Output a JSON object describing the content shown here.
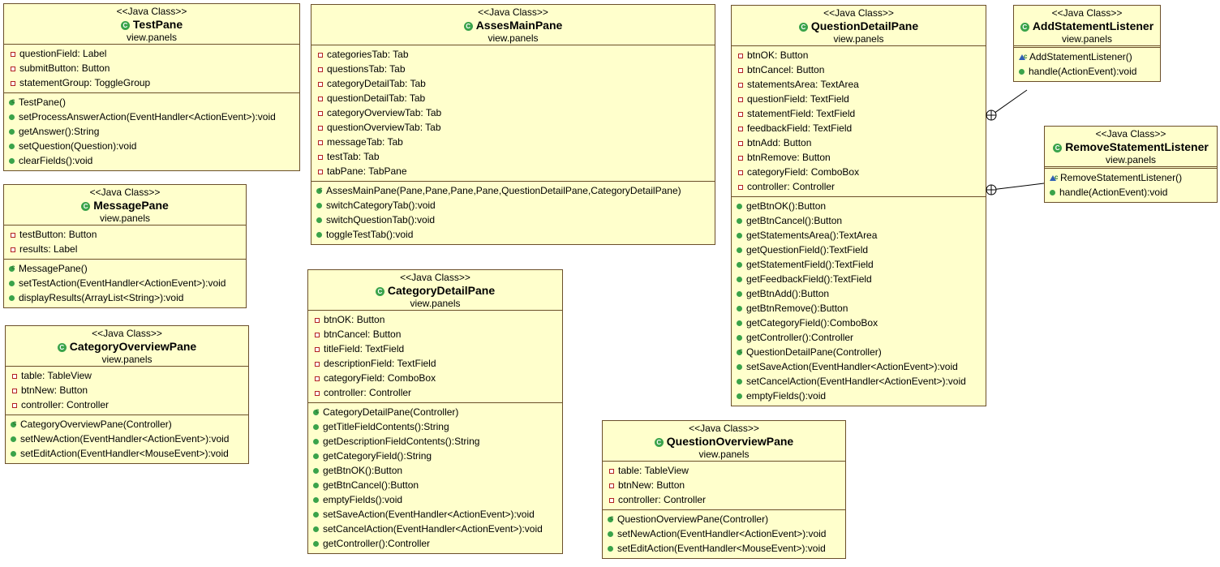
{
  "stereotype": "<<Java Class>>",
  "package": "view.panels",
  "classes": [
    {
      "name": "TestPane",
      "fields": [
        "questionField: Label",
        "submitButton: Button",
        "statementGroup: ToggleGroup"
      ],
      "methods": [
        {
          "vis": "ctor",
          "text": "TestPane()"
        },
        {
          "vis": "public",
          "text": "setProcessAnswerAction(EventHandler<ActionEvent>):void"
        },
        {
          "vis": "public",
          "text": "getAnswer():String"
        },
        {
          "vis": "public",
          "text": "setQuestion(Question):void"
        },
        {
          "vis": "public",
          "text": "clearFields():void"
        }
      ]
    },
    {
      "name": "MessagePane",
      "fields": [
        "testButton: Button",
        "results: Label"
      ],
      "methods": [
        {
          "vis": "ctor",
          "text": "MessagePane()"
        },
        {
          "vis": "public",
          "text": "setTestAction(EventHandler<ActionEvent>):void"
        },
        {
          "vis": "public",
          "text": "displayResults(ArrayList<String>):void"
        }
      ]
    },
    {
      "name": "CategoryOverviewPane",
      "fields": [
        "table: TableView",
        "btnNew: Button",
        "controller: Controller"
      ],
      "methods": [
        {
          "vis": "ctor",
          "text": "CategoryOverviewPane(Controller)"
        },
        {
          "vis": "public",
          "text": "setNewAction(EventHandler<ActionEvent>):void"
        },
        {
          "vis": "public",
          "text": "setEditAction(EventHandler<MouseEvent>):void"
        }
      ]
    },
    {
      "name": "AssesMainPane",
      "fields": [
        "categoriesTab: Tab",
        "questionsTab: Tab",
        "categoryDetailTab: Tab",
        "questionDetailTab: Tab",
        "categoryOverviewTab: Tab",
        "questionOverviewTab: Tab",
        "messageTab: Tab",
        "testTab: Tab",
        "tabPane: TabPane"
      ],
      "methods": [
        {
          "vis": "ctor",
          "text": "AssesMainPane(Pane,Pane,Pane,Pane,QuestionDetailPane,CategoryDetailPane)"
        },
        {
          "vis": "public",
          "text": "switchCategoryTab():void"
        },
        {
          "vis": "public",
          "text": "switchQuestionTab():void"
        },
        {
          "vis": "public",
          "text": "toggleTestTab():void"
        }
      ]
    },
    {
      "name": "CategoryDetailPane",
      "fields": [
        "btnOK: Button",
        "btnCancel: Button",
        "titleField: TextField",
        "descriptionField: TextField",
        "categoryField: ComboBox",
        "controller: Controller"
      ],
      "methods": [
        {
          "vis": "ctor",
          "text": "CategoryDetailPane(Controller)"
        },
        {
          "vis": "public",
          "text": "getTitleFieldContents():String"
        },
        {
          "vis": "public",
          "text": "getDescriptionFieldContents():String"
        },
        {
          "vis": "public",
          "text": "getCategoryField():String"
        },
        {
          "vis": "public",
          "text": "getBtnOK():Button"
        },
        {
          "vis": "public",
          "text": "getBtnCancel():Button"
        },
        {
          "vis": "public",
          "text": "emptyFields():void"
        },
        {
          "vis": "public",
          "text": "setSaveAction(EventHandler<ActionEvent>):void"
        },
        {
          "vis": "public",
          "text": "setCancelAction(EventHandler<ActionEvent>):void"
        },
        {
          "vis": "public",
          "text": "getController():Controller"
        }
      ]
    },
    {
      "name": "QuestionDetailPane",
      "fields": [
        "btnOK: Button",
        "btnCancel: Button",
        "statementsArea: TextArea",
        "questionField: TextField",
        "statementField: TextField",
        "feedbackField: TextField",
        "btnAdd: Button",
        "btnRemove: Button",
        "categoryField: ComboBox",
        "controller: Controller"
      ],
      "methods": [
        {
          "vis": "public",
          "text": "getBtnOK():Button"
        },
        {
          "vis": "public",
          "text": "getBtnCancel():Button"
        },
        {
          "vis": "public",
          "text": "getStatementsArea():TextArea"
        },
        {
          "vis": "public",
          "text": "getQuestionField():TextField"
        },
        {
          "vis": "public",
          "text": "getStatementField():TextField"
        },
        {
          "vis": "public",
          "text": "getFeedbackField():TextField"
        },
        {
          "vis": "public",
          "text": "getBtnAdd():Button"
        },
        {
          "vis": "public",
          "text": "getBtnRemove():Button"
        },
        {
          "vis": "public",
          "text": "getCategoryField():ComboBox"
        },
        {
          "vis": "public",
          "text": "getController():Controller"
        },
        {
          "vis": "ctor",
          "text": "QuestionDetailPane(Controller)"
        },
        {
          "vis": "public",
          "text": "setSaveAction(EventHandler<ActionEvent>):void"
        },
        {
          "vis": "public",
          "text": "setCancelAction(EventHandler<ActionEvent>):void"
        },
        {
          "vis": "public",
          "text": "emptyFields():void"
        }
      ]
    },
    {
      "name": "QuestionOverviewPane",
      "fields": [
        "table: TableView",
        "btnNew: Button",
        "controller: Controller"
      ],
      "methods": [
        {
          "vis": "ctor",
          "text": "QuestionOverviewPane(Controller)"
        },
        {
          "vis": "public",
          "text": "setNewAction(EventHandler<ActionEvent>):void"
        },
        {
          "vis": "public",
          "text": "setEditAction(EventHandler<MouseEvent>):void"
        }
      ]
    },
    {
      "name": "AddStatementListener",
      "fields": [],
      "methods": [
        {
          "vis": "pkgctor",
          "text": "AddStatementListener()"
        },
        {
          "vis": "public",
          "text": "handle(ActionEvent):void"
        }
      ]
    },
    {
      "name": "RemoveStatementListener",
      "fields": [],
      "methods": [
        {
          "vis": "pkgctor",
          "text": "RemoveStatementListener()"
        },
        {
          "vis": "public",
          "text": "handle(ActionEvent):void"
        }
      ]
    }
  ],
  "colors": {
    "class_fill": "#ffffcc",
    "border": "#6b4f2a",
    "line": "#000000"
  }
}
